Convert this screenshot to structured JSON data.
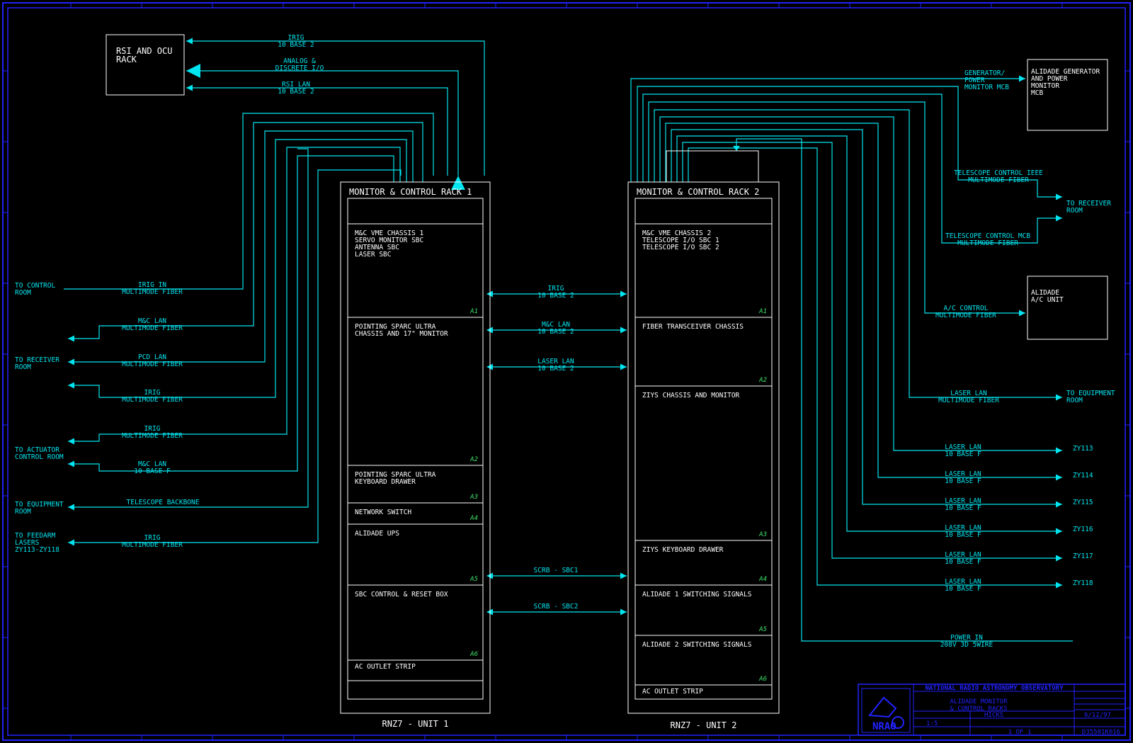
{
  "rsi": {
    "lines": [
      "RSI AND OCU",
      "RACK"
    ]
  },
  "rack1": {
    "title": "MONITOR & CONTROL RACK 1",
    "caption": "RNZ7 - UNIT 1",
    "slots": [
      {
        "lines": [
          "M&C VME CHASSIS 1",
          "SERVO MONITOR SBC",
          "ANTENNA SBC",
          "LASER SBC"
        ],
        "tag": "A1"
      },
      {
        "lines": [
          "POINTING SPARC ULTRA",
          "CHASSIS AND 17\" MONITOR"
        ],
        "tag": "A2"
      },
      {
        "lines": [
          "POINTING SPARC ULTRA",
          "KEYBOARD DRAWER"
        ],
        "tag": "A3"
      },
      {
        "lines": [
          "NETWORK SWITCH"
        ],
        "tag": "A4"
      },
      {
        "lines": [
          "ALIDADE UPS"
        ],
        "tag": "A5"
      },
      {
        "lines": [
          "SBC CONTROL & RESET BOX"
        ],
        "tag": "A6"
      },
      {
        "lines": [
          "AC OUTLET STRIP"
        ],
        "tag": ""
      }
    ]
  },
  "rack2": {
    "title": "MONITOR & CONTROL RACK 2",
    "caption": "RNZ7 - UNIT 2",
    "slots": [
      {
        "lines": [
          "M&C VME CHASSIS 2",
          "TELESCOPE I/O SBC 1",
          "TELESCOPE I/O SBC 2"
        ],
        "tag": "A1"
      },
      {
        "lines": [
          "FIBER TRANSCEIVER CHASSIS"
        ],
        "tag": "A2"
      },
      {
        "lines": [
          "ZIYS CHASSIS AND MONITOR"
        ],
        "tag": "A3"
      },
      {
        "lines": [
          "ZIYS KEYBOARD DRAWER"
        ],
        "tag": "A4"
      },
      {
        "lines": [
          "ALIDADE 1 SWITCHING SIGNALS"
        ],
        "tag": "A5"
      },
      {
        "lines": [
          "ALIDADE 2 SWITCHING SIGNALS"
        ],
        "tag": "A6"
      },
      {
        "lines": [
          "AC OUTLET STRIP"
        ],
        "tag": ""
      }
    ]
  },
  "top_links": [
    {
      "lines": [
        "IRIG",
        "10 BASE 2"
      ]
    },
    {
      "lines": [
        "ANALOG &",
        "DISCRETE I/O"
      ]
    },
    {
      "lines": [
        "RSI LAN",
        "10 BASE 2"
      ]
    }
  ],
  "left_dests": [
    {
      "lines": [
        "TO CONTROL",
        "ROOM"
      ]
    },
    {
      "lines": [
        "TO RECEIVER",
        "ROOM"
      ]
    },
    {
      "lines": [
        "TO ACTUATOR",
        "CONTROL ROOM"
      ]
    },
    {
      "lines": [
        "TO EQUIPMENT",
        "ROOM"
      ]
    },
    {
      "lines": [
        "TO FEEDARM",
        "LASERS",
        "ZY113-ZY118"
      ]
    }
  ],
  "left_links": [
    {
      "lines": [
        "IRIG IN",
        "MULTIMODE FIBER"
      ]
    },
    {
      "lines": [
        "M&C LAN",
        "MULTIMODE FIBER"
      ]
    },
    {
      "lines": [
        "PCD LAN",
        "MULTIMODE FIBER"
      ]
    },
    {
      "lines": [
        "IRIG",
        "MULTIMODE FIBER"
      ]
    },
    {
      "lines": [
        "IRIG",
        "MULTIMODE FIBER"
      ]
    },
    {
      "lines": [
        "M&C LAN",
        "10 BASE F"
      ]
    },
    {
      "lines": [
        "TELESCOPE BACKBONE"
      ]
    },
    {
      "lines": [
        "IRIG",
        "MULTIMODE FIBER"
      ]
    }
  ],
  "mid_links": [
    {
      "lines": [
        "IRIG",
        "10 BASE 2"
      ]
    },
    {
      "lines": [
        "M&C LAN",
        "10 BASE 2"
      ]
    },
    {
      "lines": [
        "LASER LAN",
        "10 BASE 2"
      ]
    },
    {
      "lines": [
        "SCRB - SBC1"
      ]
    },
    {
      "lines": [
        "SCRB - SBC2"
      ]
    }
  ],
  "right_boxes": [
    {
      "lines": [
        "ALIDADE GENERATOR",
        "AND POWER",
        "MONITOR",
        "MCB"
      ]
    },
    {
      "lines": [
        "ALIDADE",
        "A/C UNIT"
      ]
    }
  ],
  "right_links": [
    {
      "lines": [
        "GENERATOR/",
        "POWER",
        "MONITOR MCB"
      ]
    },
    {
      "lines": [
        "TELESCOPE CONTROL IEEE",
        "MULTIMODE FIBER"
      ]
    },
    {
      "lines": [
        "TELESCOPE CONTROL MCB",
        "MULTIMODE FIBER"
      ]
    },
    {
      "lines": [
        "A/C CONTROL",
        "MULTIMODE FIBER"
      ]
    },
    {
      "lines": [
        "LASER LAN",
        "MULTIMODE FIBER"
      ]
    },
    {
      "lines": [
        "POWER IN",
        "208V 3D 5WIRE"
      ]
    }
  ],
  "right_dests": [
    {
      "lines": [
        "TO RECEIVER",
        "ROOM"
      ]
    },
    {
      "lines": [
        "TO EQUIPMENT",
        "ROOM"
      ]
    }
  ],
  "laser_lan": {
    "label_lines": [
      "LASER LAN",
      "10 BASE F"
    ],
    "targets": [
      "ZY113",
      "ZY114",
      "ZY115",
      "ZY116",
      "ZY117",
      "ZY118"
    ]
  },
  "title_block": {
    "org": "NATIONAL RADIO ASTRONOMY OBSERVATORY",
    "title_lines": [
      "ALIDADE MONITOR",
      "& CONTROL RACKS"
    ],
    "drawn_by": "HICKS",
    "scale": "1:5",
    "sheet": "1 OF 1",
    "date": "6/12/97",
    "dwg_no": "D35501K016",
    "logo": "NRAO"
  },
  "colors": {
    "line": "#00e5f0",
    "box": "#ffffff",
    "tag": "#3fe36b",
    "border": "#2222ff",
    "background": "#000000"
  }
}
